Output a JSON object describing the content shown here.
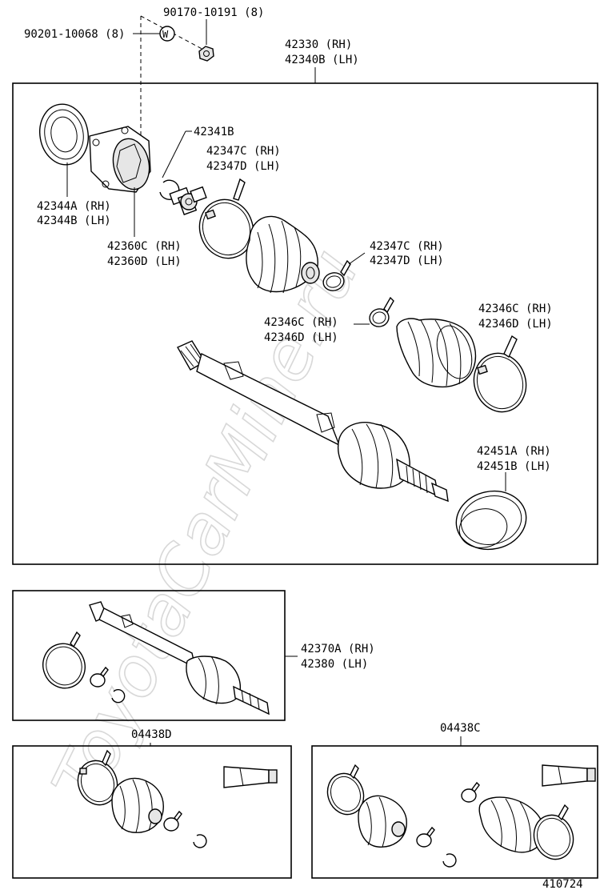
{
  "labels": {
    "nut_part": "90170-10191 (8)",
    "washer_part": "90201-10068 (8)",
    "washer_symbol": "W",
    "shaft_rh": "42330 (RH)",
    "shaft_lh": "42340B (LH)",
    "snap_ring": "42341B",
    "clamp_a_rh": "42347C (RH)",
    "clamp_a_lh": "42347D (LH)",
    "cover_rh": "42344A (RH)",
    "cover_lh": "42344B (LH)",
    "tulip_rh": "42360C (RH)",
    "tulip_lh": "42360D (LH)",
    "clamp_b_rh": "42347C (RH)",
    "clamp_b_lh": "42347D (LH)",
    "clamp_c_rh": "42346C (RH)",
    "clamp_c_lh": "42346D (LH)",
    "clamp_d_rh": "42346C (RH)",
    "clamp_d_lh": "42346D (LH)",
    "seal_rh": "42451A (RH)",
    "seal_lh": "42451B (LH)",
    "assy_rh": "42370A (RH)",
    "assy_lh": "42380 (LH)",
    "kit_d": "04438D",
    "kit_c": "04438C",
    "ref_code": "410724"
  },
  "watermark": "ToyotaCarMine.ru"
}
